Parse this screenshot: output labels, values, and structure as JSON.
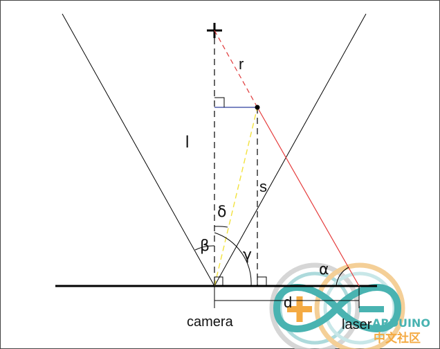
{
  "labels": {
    "r": "r",
    "l": "l",
    "s": "s",
    "delta": "δ",
    "beta": "β",
    "gamma": "γ",
    "alpha": "α",
    "d": "d",
    "camera": "camera",
    "laser": "laser"
  },
  "watermark": {
    "brand": "ARDUINO",
    "subtitle": "中文社区",
    "plus": "+"
  },
  "colors": {
    "line": "#000000",
    "laser_ray": "#e53b3b",
    "dashed_red": "#e0393a",
    "perpendicular_blue": "#2f3f9e",
    "sight_yellow": "#f2e23c",
    "watermark_orange": "#f39c22",
    "watermark_teal": "#2aa6a4",
    "watermark_ring_gray": "#cfcfcf",
    "watermark_ring_teal": "#9fd4d6"
  }
}
